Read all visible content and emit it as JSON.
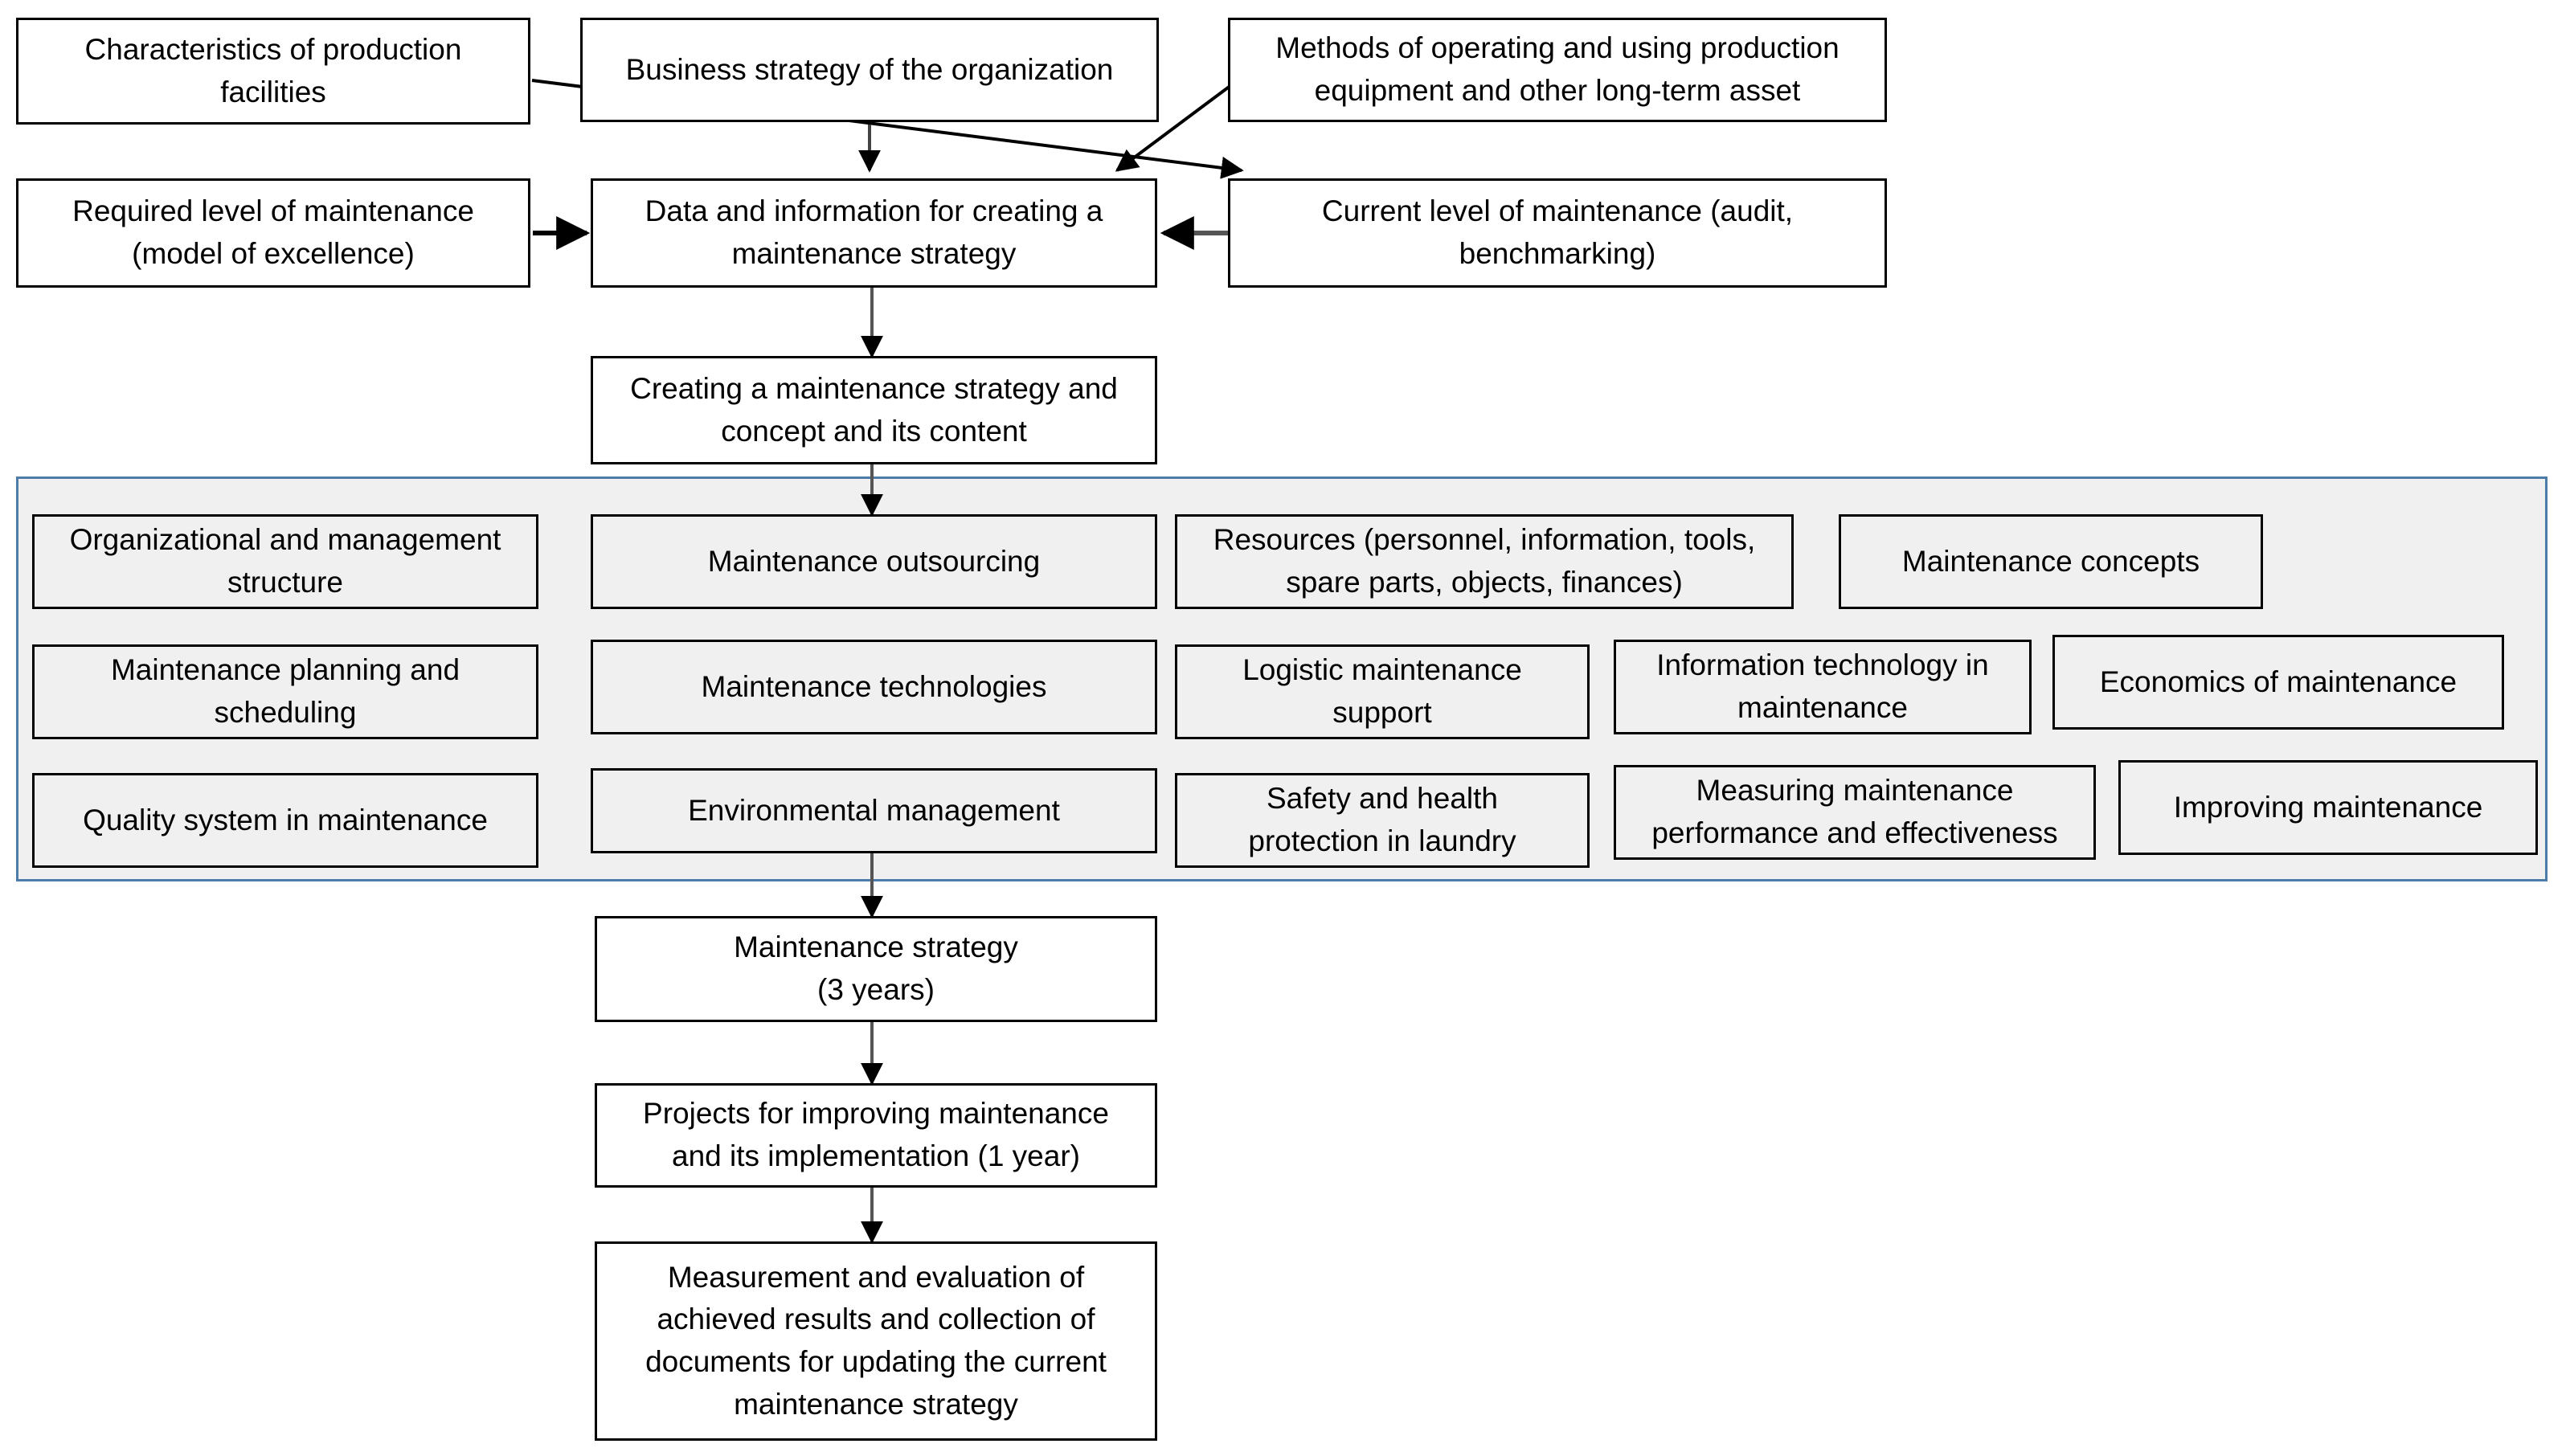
{
  "diagram": {
    "title": "Maintenance strategy creation flowchart",
    "panel": {
      "border_color": "#4e7ca8",
      "fill_color": "#f0f0f0"
    },
    "nodes": {
      "characteristics": "Characteristics of production facilities",
      "business_strategy": "Business strategy of the organization",
      "methods": "Methods of operating and using production equipment and other long-term asset",
      "required_level": "Required level of maintenance (model of excellence)",
      "data_info": "Data and information for creating a maintenance strategy",
      "current_level": "Current level of maintenance (audit, benchmarking)",
      "creating_strategy": "Creating a maintenance strategy and concept and its content",
      "org_structure": "Organizational and management structure",
      "outsourcing": "Maintenance outsourcing",
      "resources": "Resources (personnel, information, tools, spare parts, objects, finances)",
      "concepts": "Maintenance concepts",
      "planning": "Maintenance planning and scheduling",
      "technologies": "Maintenance technologies",
      "logistic": "Logistic maintenance support",
      "it_maintenance": "Information technology in maintenance",
      "economics": "Economics of maintenance",
      "quality": "Quality system in maintenance",
      "environmental": "Environmental management",
      "safety": "Safety and health protection in laundry",
      "measuring": "Measuring maintenance performance and effectiveness",
      "improving": "Improving maintenance",
      "strategy_3y": "Maintenance strategy (3 years)",
      "projects_1y": "Projects for improving maintenance and its implementation (1 year)",
      "measurement_eval": "Measurement and evaluation of achieved results and collection of documents for updating the current maintenance strategy"
    },
    "node_lines": {
      "characteristics": [
        "Characteristics of production",
        "facilities"
      ],
      "business_strategy": [
        "Business strategy of the organization"
      ],
      "methods": [
        "Methods of operating and using production",
        "equipment and other long-term asset"
      ],
      "required_level": [
        "Required level of maintenance",
        "(model of excellence)"
      ],
      "data_info": [
        "Data and information for creating a",
        "maintenance strategy"
      ],
      "current_level": [
        "Current level of maintenance (audit,",
        "benchmarking)"
      ],
      "creating_strategy": [
        "Creating a maintenance strategy and",
        "concept and its content"
      ],
      "org_structure": [
        "Organizational and management",
        "structure"
      ],
      "outsourcing": [
        "Maintenance outsourcing"
      ],
      "resources": [
        "Resources (personnel, information, tools,",
        "spare parts, objects, finances)"
      ],
      "concepts": [
        "Maintenance concepts"
      ],
      "planning": [
        "Maintenance planning and",
        "scheduling"
      ],
      "technologies": [
        "Maintenance technologies"
      ],
      "logistic": [
        "Logistic maintenance",
        "support"
      ],
      "it_maintenance": [
        "Information technology in",
        "maintenance"
      ],
      "economics": [
        "Economics of maintenance"
      ],
      "quality": [
        "Quality system in maintenance"
      ],
      "environmental": [
        "Environmental management"
      ],
      "safety": [
        "Safety and health",
        "protection in laundry"
      ],
      "measuring": [
        "Measuring maintenance",
        "performance and effectiveness"
      ],
      "improving": [
        "Improving maintenance"
      ],
      "strategy_3y": [
        "Maintenance strategy",
        "(3 years)"
      ],
      "projects_1y": [
        "Projects for improving maintenance",
        "and its implementation (1 year)"
      ],
      "measurement_eval": [
        "Measurement and evaluation of",
        "achieved results and collection of",
        "documents for updating the current",
        "maintenance strategy"
      ]
    }
  }
}
